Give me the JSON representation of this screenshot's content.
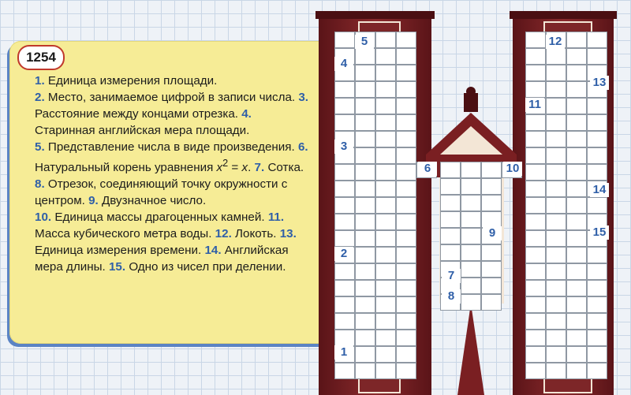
{
  "task_number": "1254",
  "clues": [
    {
      "num": "1.",
      "text": "Единица измерения площади."
    },
    {
      "num": "2.",
      "text": "Место, занимаемое цифрой в записи числа."
    },
    {
      "num": "3.",
      "text": "Расстояние между концами отрезка."
    },
    {
      "num": "4.",
      "text": "Старинная английская мера площади."
    },
    {
      "num": "5.",
      "text": "Представление числа в виде произведения."
    },
    {
      "num": "6.",
      "text": "Натуральный корень уравнения"
    },
    {
      "num": "7.",
      "text": "Сотка."
    },
    {
      "num": "8.",
      "text": "Отрезок, соединяющий точку окружности с центром."
    },
    {
      "num": "9.",
      "text": "Двузначное число."
    },
    {
      "num": "10.",
      "text": "Единица массы драгоценных камней."
    },
    {
      "num": "11.",
      "text": "Масса кубического метра воды."
    },
    {
      "num": "12.",
      "text": "Локоть."
    },
    {
      "num": "13.",
      "text": "Единица измерения времени."
    },
    {
      "num": "14.",
      "text": "Английская мера длины."
    },
    {
      "num": "15.",
      "text": "Одно из чисел при делении."
    }
  ],
  "equation": {
    "lhs_var": "x",
    "exp": "2",
    "eq": " = ",
    "rhs_var": "x",
    "end": "."
  },
  "grid_numbers": [
    "1",
    "2",
    "3",
    "4",
    "5",
    "6",
    "7",
    "8",
    "9",
    "10",
    "11",
    "12",
    "13",
    "14",
    "15"
  ],
  "colors": {
    "wood": "#7a1f22",
    "wood_dark": "#4a0f12",
    "card": "#f6ec96",
    "clue_number": "#2f5fa8",
    "badge_border": "#c0392b"
  }
}
